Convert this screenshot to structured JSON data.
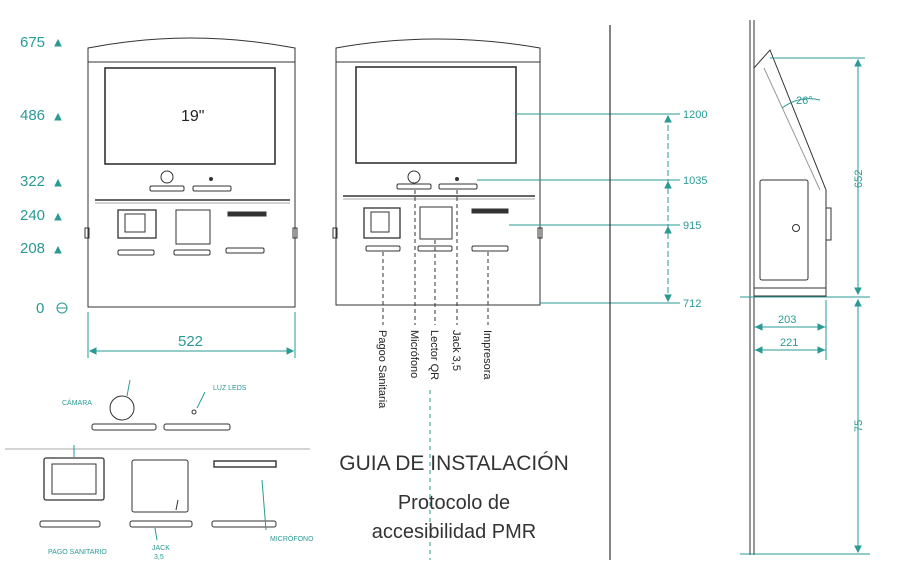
{
  "front_view": {
    "heights": [
      "675",
      "486",
      "322",
      "240",
      "208",
      "0"
    ],
    "width": "522",
    "screen_label": "19\""
  },
  "side_front_view": {
    "heights": [
      "1200",
      "1035",
      "915",
      "712"
    ],
    "callouts": [
      "Pagoo Sanitaria",
      "Micrófono",
      "Lector QR",
      "Jack 3,5",
      "Impresora"
    ]
  },
  "side_view": {
    "angle": "26°",
    "dims": [
      "652",
      "203",
      "221",
      "75"
    ]
  },
  "detail": {
    "labels": {
      "camera": "CÁMARA",
      "leds": "LUZ LEDS",
      "payment": "PAGO SANITARIO",
      "jack_line1": "JACK",
      "jack_line2": "3,5",
      "mic": "MICRÓFONO"
    }
  },
  "title": {
    "main": "GUIA DE INSTALACIÓN",
    "sub1": "Protocolo de",
    "sub2": "accesibilidad PMR"
  }
}
